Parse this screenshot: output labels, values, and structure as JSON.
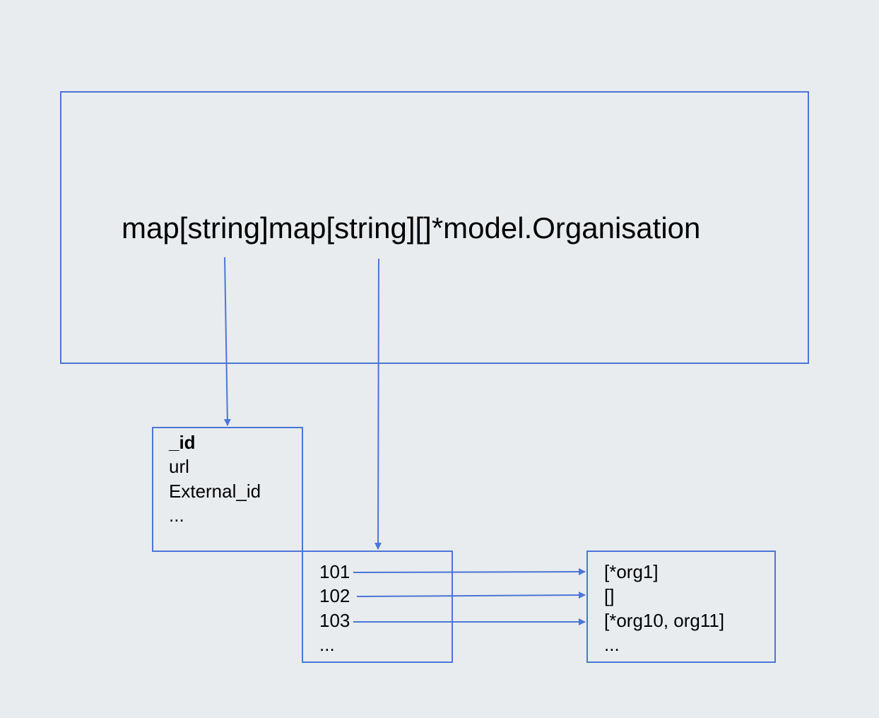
{
  "diagram": {
    "type_expression": "map[string]map[string][]*model.Organisation",
    "key_fields": [
      "_id",
      "url",
      "External_id",
      "..."
    ],
    "ids": [
      "101",
      "102",
      "103",
      "..."
    ],
    "org_values": [
      "[*org1]",
      "[]",
      "[*org10, org11]",
      "..."
    ],
    "colors": {
      "background": "#e9ecee",
      "stroke": "#4a76d6",
      "text": "#000000"
    }
  }
}
